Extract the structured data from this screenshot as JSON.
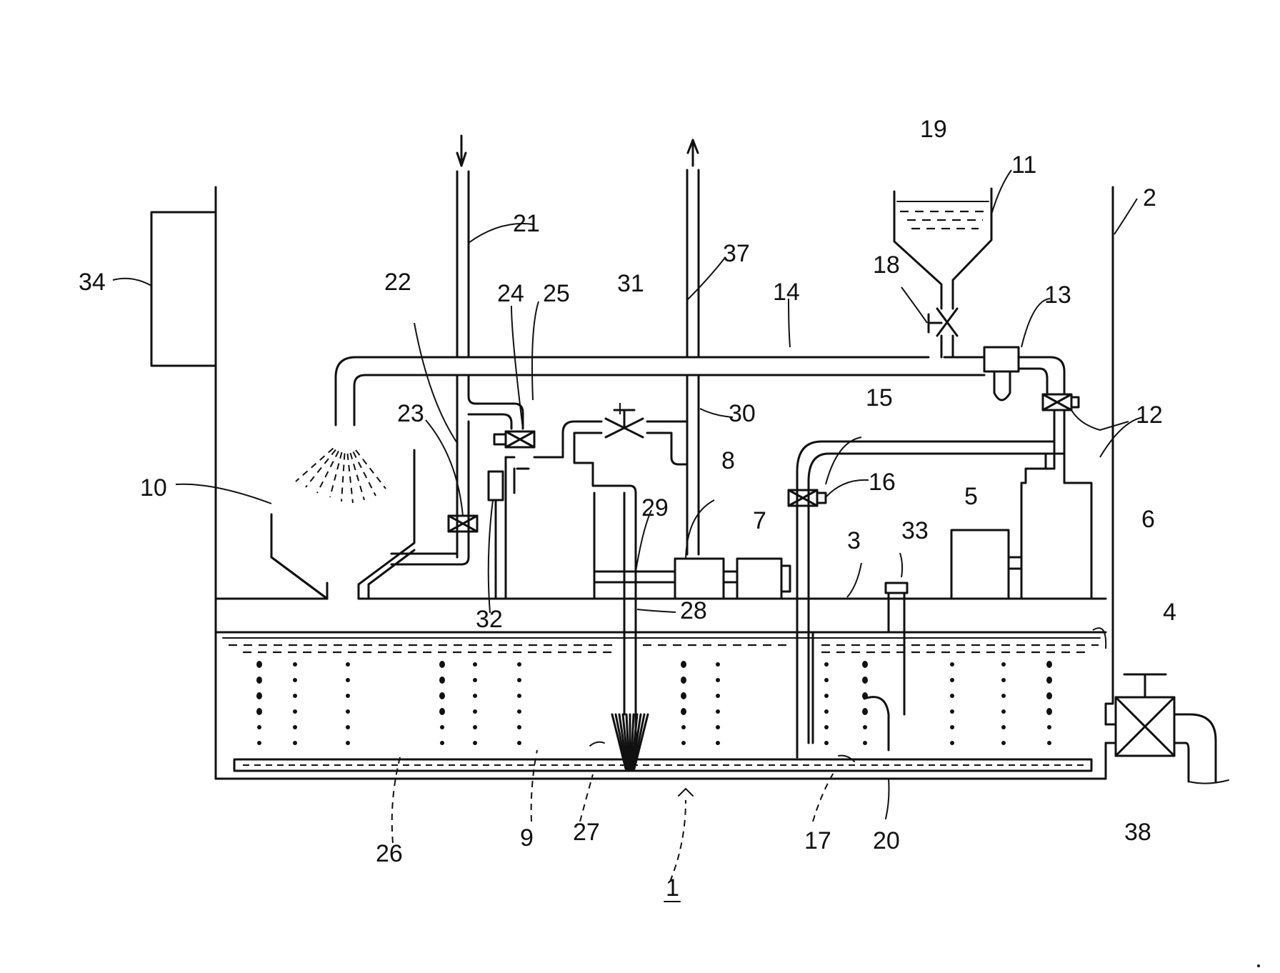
{
  "labels": {
    "l1": "1",
    "l2": "2",
    "l3": "3",
    "l4": "4",
    "l5": "5",
    "l6": "6",
    "l7": "7",
    "l8": "8",
    "l9": "9",
    "l10": "10",
    "l11": "11",
    "l12": "12",
    "l13": "13",
    "l14": "14",
    "l15": "15",
    "l16": "16",
    "l17": "17",
    "l18": "18",
    "l19": "19",
    "l20": "20",
    "l21": "21",
    "l22": "22",
    "l23": "23",
    "l24": "24",
    "l25": "25",
    "l26": "26",
    "l27": "27",
    "l28": "28",
    "l29": "29",
    "l30": "30",
    "l31": "31",
    "l32": "32",
    "l33": "33",
    "l34": "34",
    "l37": "37",
    "l38": "38"
  }
}
